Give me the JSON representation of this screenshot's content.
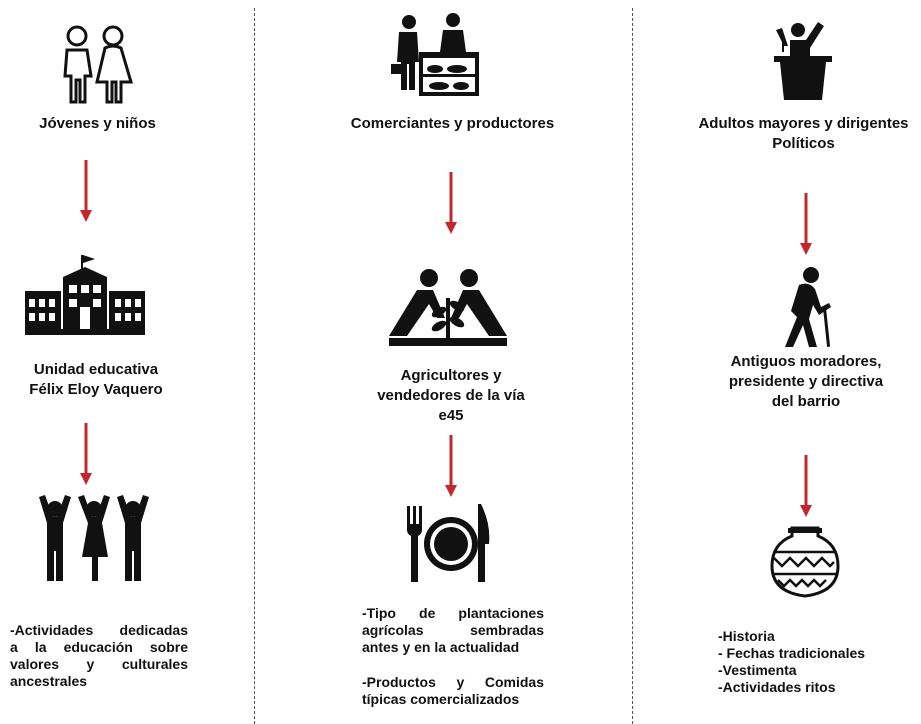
{
  "columns": [
    {
      "top": "Jóvenes y niños",
      "middle": [
        "Unidad educativa",
        "Félix Eloy Vaquero"
      ],
      "details": [
        "-Actividades dedicadas",
        "a la educación sobre",
        "valores y culturales",
        "ancestrales"
      ]
    },
    {
      "top": "Comerciantes y productores",
      "middle": [
        "Agricultores y",
        "vendedores de la vía",
        "e45"
      ],
      "details_a": [
        "-Tipo de plantaciones",
        "agrícolas sembradas",
        "antes y en la actualidad"
      ],
      "details_b": [
        "-Productos y Comidas",
        "típicas comercializados"
      ]
    },
    {
      "top": [
        "Adultos mayores y dirigentes",
        "Políticos"
      ],
      "middle": [
        "Antiguos moradores,",
        "presidente y directiva",
        "del barrio"
      ],
      "details": [
        "-Historia",
        "- Fechas tradicionales",
        "-Vestimenta",
        "-Actividades ritos"
      ]
    }
  ],
  "colors": {
    "arrow": "#c0282d",
    "icon": "#111111",
    "divider": "#555555"
  },
  "icons": [
    "children-icon",
    "school-icon",
    "group-people-icon",
    "market-vendor-icon",
    "farmers-planting-icon",
    "plate-cutlery-icon",
    "podium-speaker-icon",
    "elder-walking-icon",
    "pottery-vase-icon"
  ]
}
